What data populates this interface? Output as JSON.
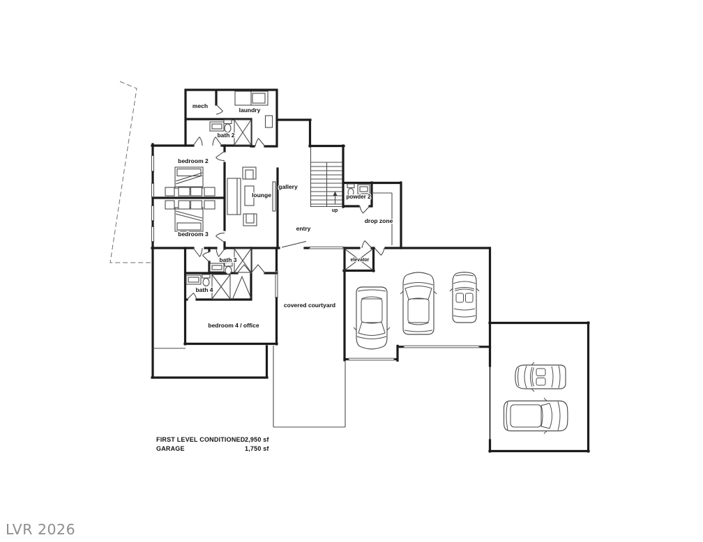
{
  "floor_plan": {
    "rooms": {
      "mech": "mech",
      "laundry": "laundry",
      "bath2": "bath 2",
      "bedroom2": "bedroom 2",
      "bedroom3": "bedroom 3",
      "lounge": "lounge",
      "gallery": "gallery",
      "entry": "entry",
      "up": "up",
      "powder2": "powder 2",
      "drop_zone": "drop zone",
      "elevator": "elevator",
      "bath3": "bath 3",
      "bath4": "bath 4",
      "bedroom4": "bedroom 4 / office",
      "courtyard": "covered courtyard"
    },
    "area_summary": {
      "rows": [
        {
          "label": "FIRST LEVEL CONDITIONED",
          "value": "2,950 sf"
        },
        {
          "label": "GARAGE",
          "value": "1,750 sf"
        }
      ]
    },
    "garage_vehicles": {
      "main_garage_count": 3,
      "lower_garage_count": 2
    },
    "watermark": "LVR 2026",
    "colors": {
      "wall": "#1b1b1b",
      "detail": "#4a4a4a",
      "door_sill": "#8a8a8a",
      "property_line": "#6e6e6e",
      "watermark": "#8e8e8e",
      "background": "#ffffff"
    }
  }
}
